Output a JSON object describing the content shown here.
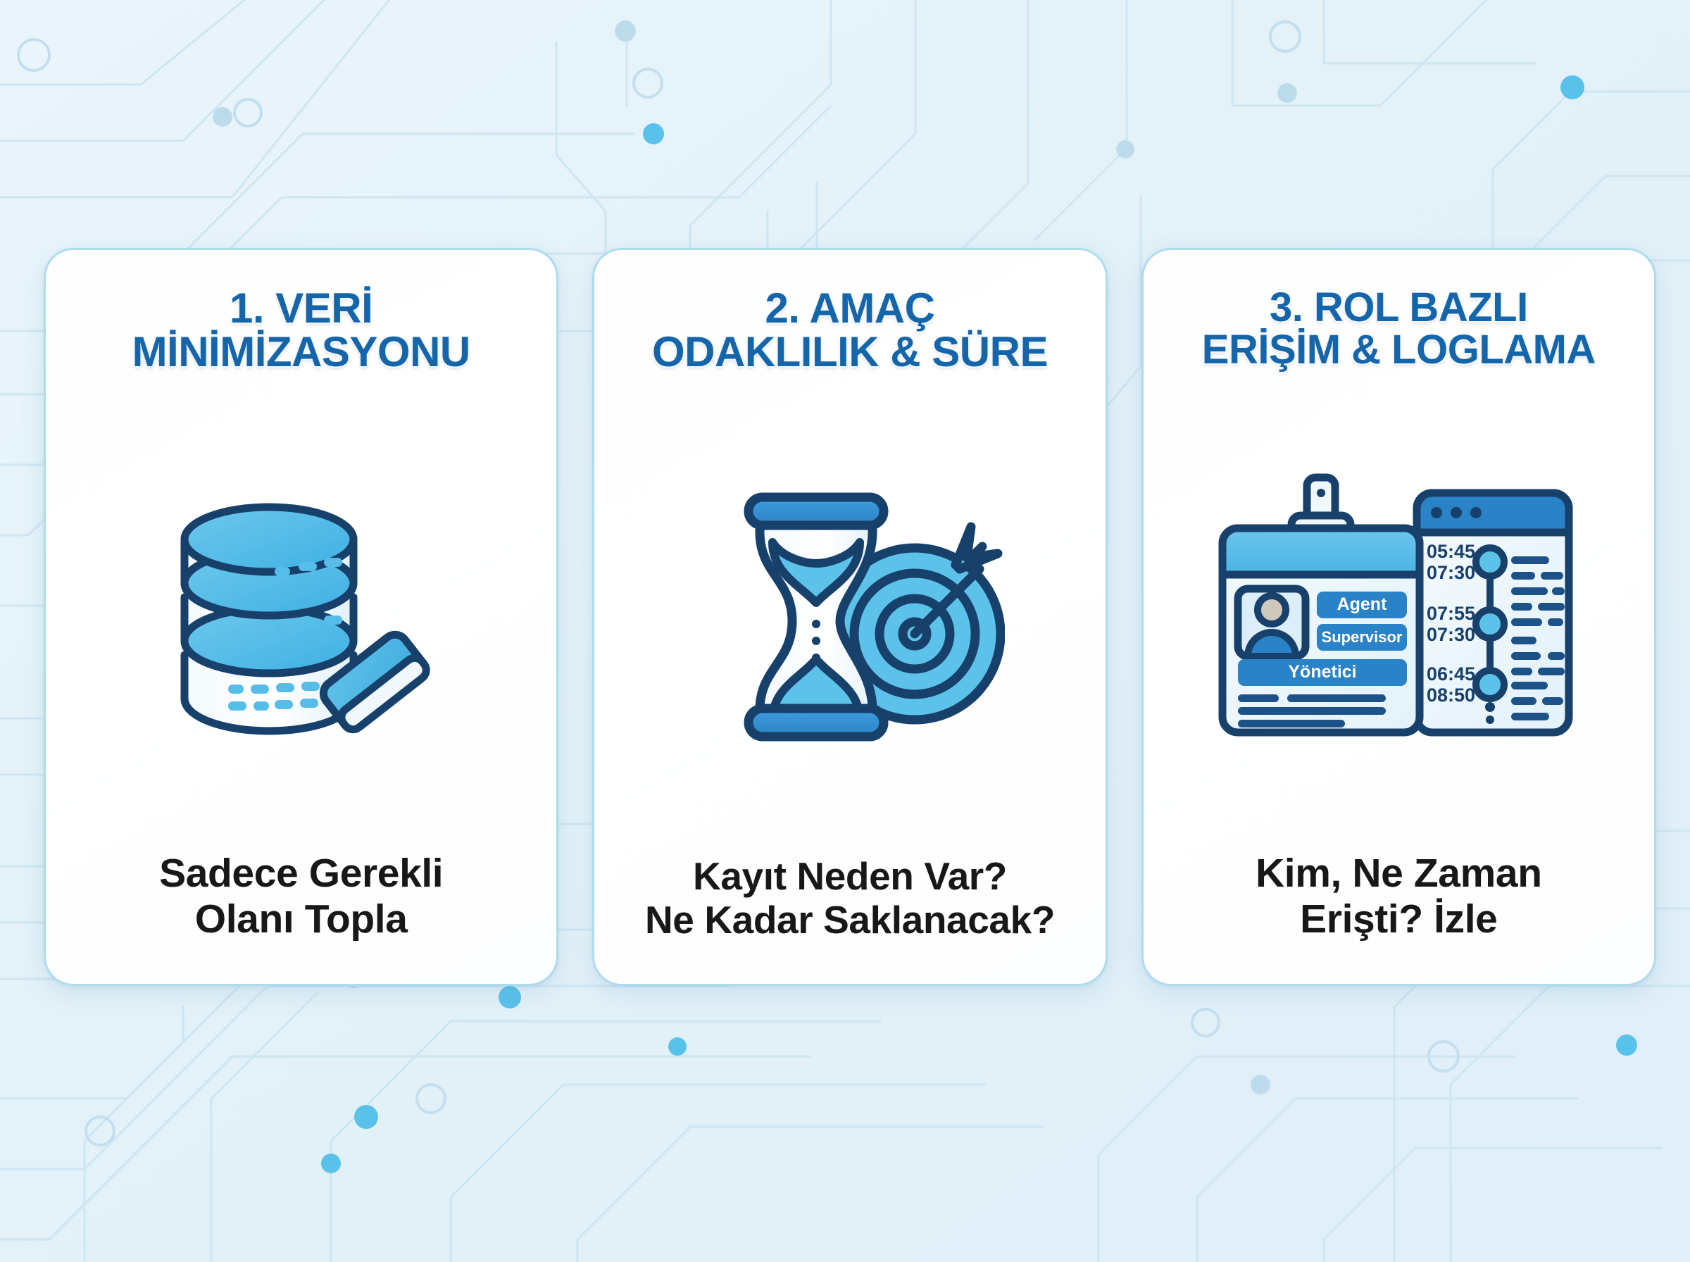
{
  "theme": {
    "background_start": "#e9f4fa",
    "background_end": "#ddedf7",
    "card_background": "#ffffff",
    "card_border": "#aedcef",
    "title_color": "#1565ab",
    "caption_color": "#18181a",
    "icon_dark_blue": "#18456e",
    "icon_mid_blue": "#2a7fc9",
    "icon_light_blue": "#5cc0e8",
    "icon_pale": "#eef7fc",
    "circuit_line": "#cfe6f2"
  },
  "cards": [
    {
      "id": "veri-minimizasyonu",
      "title_lines": [
        "1. VERİ",
        "MİNİMİZASYONU"
      ],
      "icon_name": "database-eraser-icon",
      "caption_lines": [
        "Sadece Gerekli",
        "Olanı Topla"
      ]
    },
    {
      "id": "amac-odakliligi",
      "title_lines": [
        "2. AMAÇ",
        "ODAKLILIK & SÜRE"
      ],
      "icon_name": "hourglass-target-icon",
      "caption_lines": [
        "Kayıt Neden Var?",
        "Ne Kadar Saklanacak?"
      ]
    },
    {
      "id": "rol-bazli-erisim",
      "title_lines": [
        "3. ROL BAZLI",
        "ERİŞİM & LOGLAMA"
      ],
      "icon_name": "id-badge-audit-log-icon",
      "caption_lines": [
        "Kim, Ne Zaman",
        "Erişti? İzle"
      ],
      "badge": {
        "roles": [
          "Agent",
          "Supervisor",
          "Yönetici"
        ]
      },
      "log_panel": {
        "entries": [
          {
            "start": "05:45",
            "end": "07:30"
          },
          {
            "start": "07:55",
            "end": "07:30"
          },
          {
            "start": "06:45",
            "end": "08:50"
          }
        ]
      }
    }
  ]
}
